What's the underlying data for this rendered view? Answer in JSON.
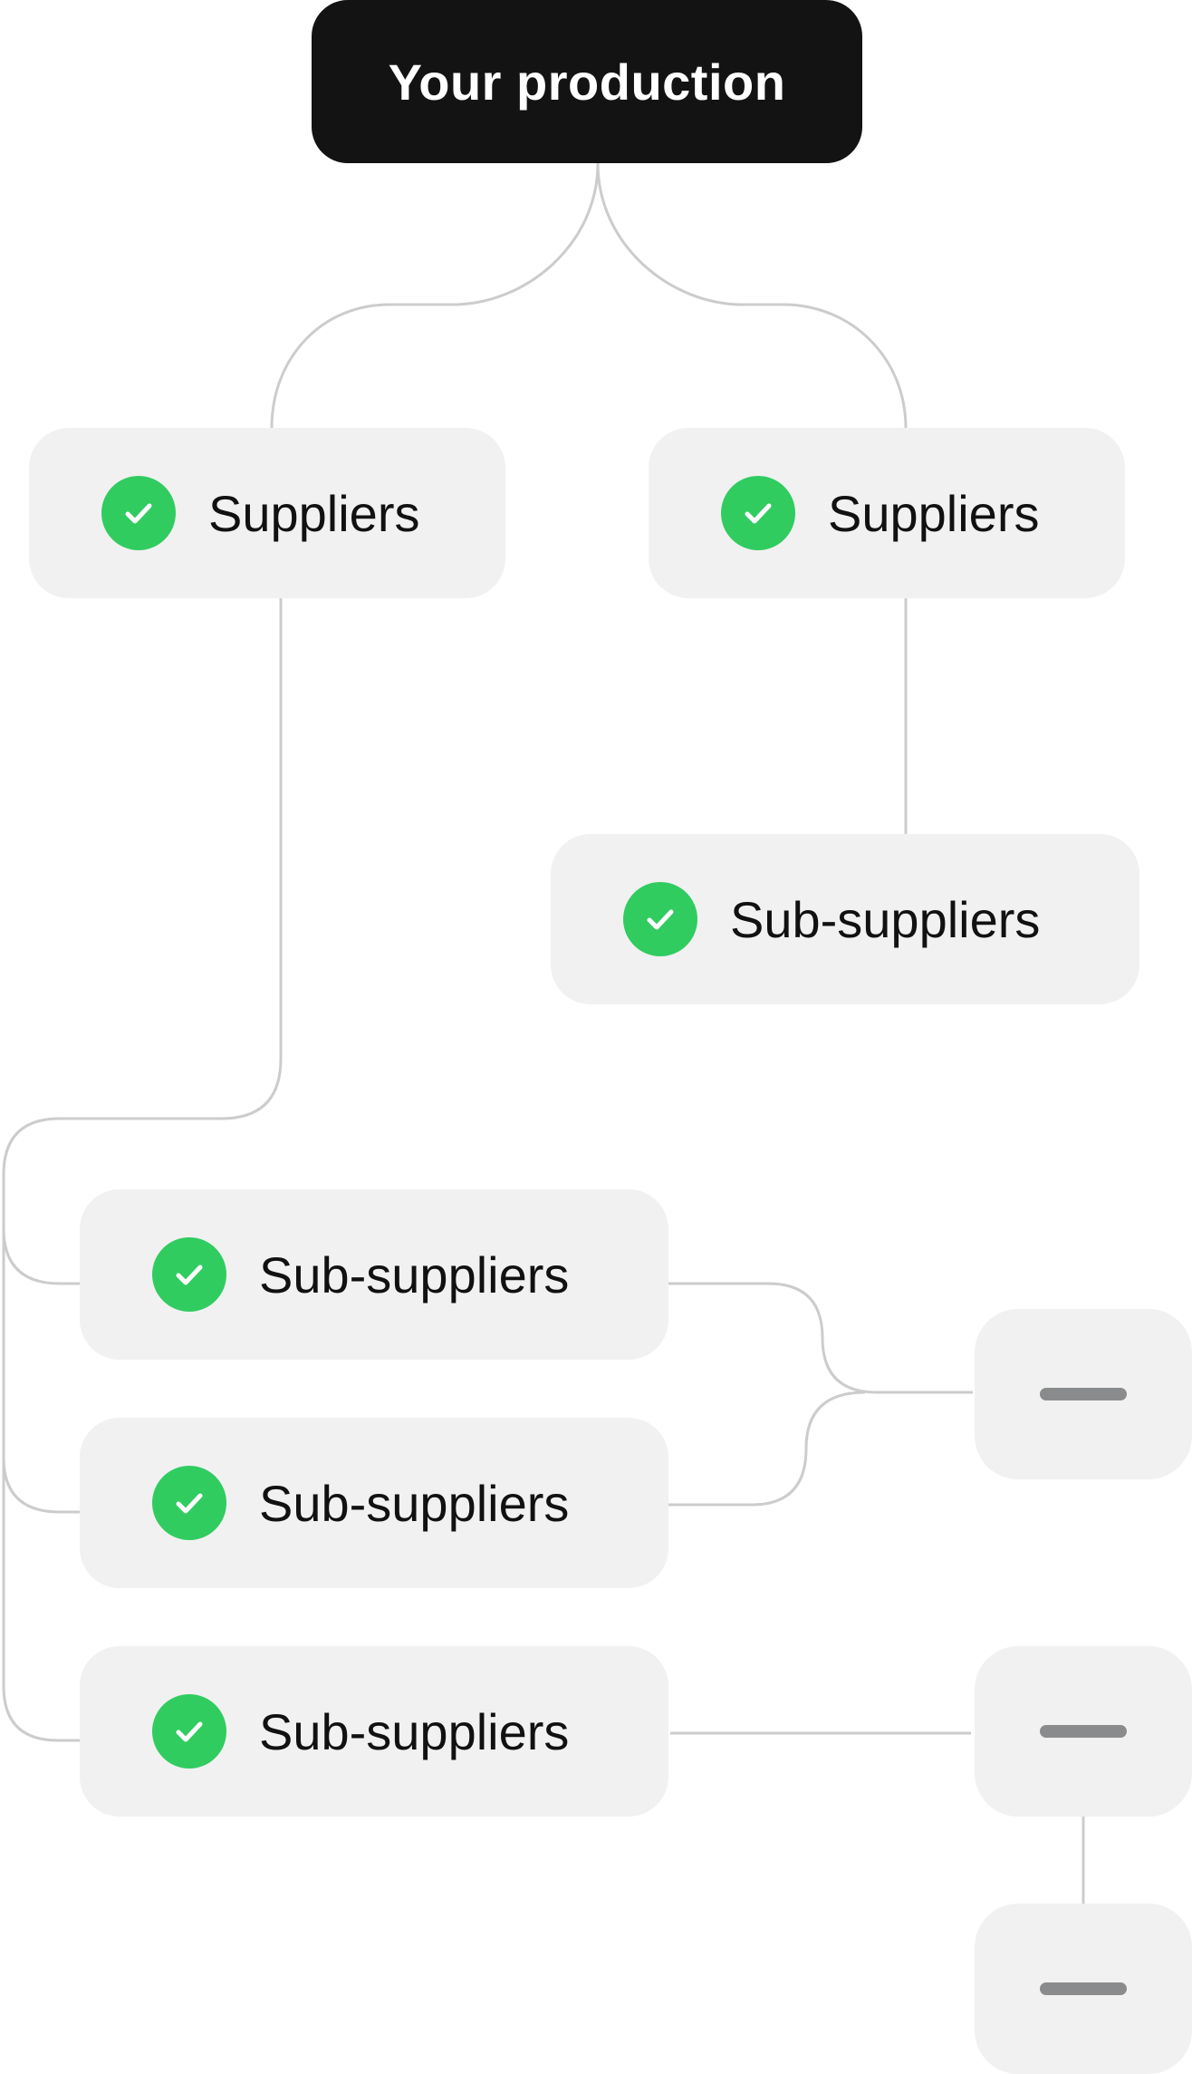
{
  "colors": {
    "root_background": "#131313",
    "node_background": "#f1f1f1",
    "check_color": "#30cc60",
    "connector_color": "#cccccc",
    "pending_dash_color": "#8a8b8c"
  },
  "root": {
    "label": "Your production"
  },
  "suppliers": [
    {
      "label": "Suppliers",
      "status_icon": "check-circle-icon"
    },
    {
      "label": "Suppliers",
      "status_icon": "check-circle-icon"
    }
  ],
  "sub_suppliers": [
    {
      "label": "Sub-suppliers",
      "status_icon": "check-circle-icon"
    },
    {
      "label": "Sub-suppliers",
      "status_icon": "check-circle-icon"
    },
    {
      "label": "Sub-suppliers",
      "status_icon": "check-circle-icon"
    },
    {
      "label": "Sub-suppliers",
      "status_icon": "check-circle-icon"
    }
  ],
  "pending_nodes": [
    {
      "icon": "dash-icon"
    },
    {
      "icon": "dash-icon"
    },
    {
      "icon": "dash-icon"
    }
  ]
}
